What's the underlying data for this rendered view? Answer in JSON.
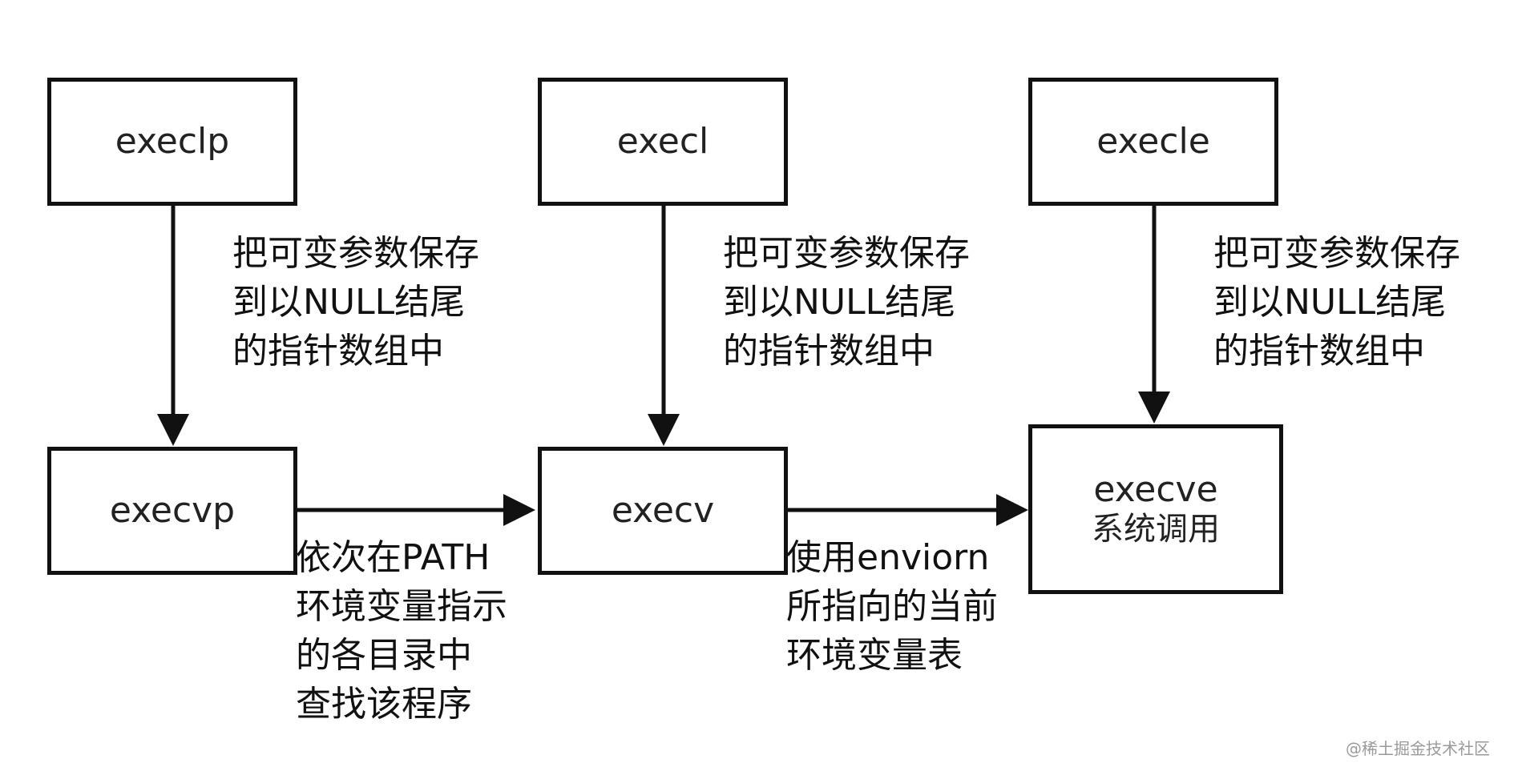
{
  "nodes": {
    "execlp": {
      "label": "execlp"
    },
    "execl": {
      "label": "execl"
    },
    "execle": {
      "label": "execle"
    },
    "execvp": {
      "label": "execvp"
    },
    "execv": {
      "label": "execv"
    },
    "execve": {
      "label": "execve",
      "sublabel": "系统调用"
    }
  },
  "edges": {
    "execlp_to_execvp": {
      "lines": [
        "把可变参数保存",
        "到以NULL结尾",
        "的指针数组中"
      ]
    },
    "execl_to_execv": {
      "lines": [
        "把可变参数保存",
        "到以NULL结尾",
        "的指针数组中"
      ]
    },
    "execle_to_execve": {
      "lines": [
        "把可变参数保存",
        "到以NULL结尾",
        "的指针数组中"
      ]
    },
    "execvp_to_execv": {
      "lines": [
        "依次在PATH",
        "环境变量指示",
        "的各目录中",
        "查找该程序"
      ]
    },
    "execv_to_execve": {
      "lines": [
        "使用enviorn",
        "所指向的当前",
        "环境变量表"
      ]
    }
  },
  "watermark": "@稀土掘金技术社区"
}
